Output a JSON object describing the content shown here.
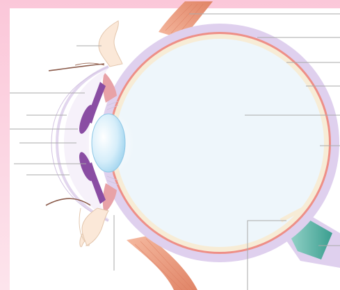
{
  "diagram": {
    "subject": "eye",
    "view": "sagittal-cross-section",
    "labels_printed": false,
    "structures": [
      "upper-eyelid",
      "lower-eyelid",
      "eyelashes",
      "cornea",
      "anterior-chamber",
      "iris",
      "lens",
      "ciliary-body",
      "suspensory-ligaments",
      "vitreous-body",
      "retina",
      "choroid",
      "sclera",
      "optic-nerve",
      "optic-disc",
      "superior-rectus-muscle",
      "inferior-rectus-muscle"
    ],
    "leader_line_count": 16,
    "colors": {
      "background_band": "#fbd3e0",
      "sclera": "#dfd0ee",
      "choroid": "#ee8f87",
      "retina": "#f7ecd6",
      "vitreous": "#eef6fb",
      "iris": "#8a4da3",
      "lens": "#bfe3f5",
      "muscle": "#e69a7c",
      "optic_nerve": "#4fb0a2",
      "eyelid": "#fbe8d8",
      "leader_line": "#aaaaaa"
    }
  }
}
